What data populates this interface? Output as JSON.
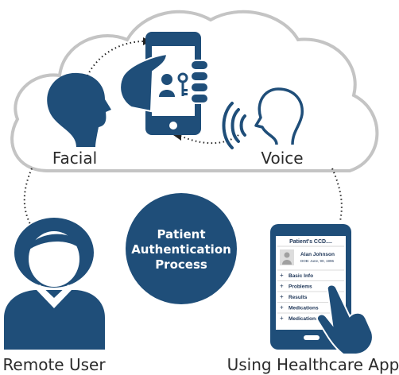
{
  "labels": {
    "facial": "Facial",
    "voice": "Voice",
    "remote_user": "Remote User",
    "using_app": "Using Healthcare App"
  },
  "center": {
    "line1": "Patient",
    "line2": "Authentication",
    "line3": "Process"
  },
  "app_screen": {
    "header": "Patient's CCD....",
    "patient_name": "Alan Johnson",
    "dob": "DOB: June, 90, 1996",
    "menu": [
      "Basic Info",
      "Problems",
      "Results",
      "Medications",
      "Medications"
    ],
    "plus": "+"
  },
  "colors": {
    "navy": "#1f4e79",
    "cloud_fill": "#ffffff",
    "cloud_stroke": "#bfbfbf",
    "text": "#2b2b2b"
  }
}
